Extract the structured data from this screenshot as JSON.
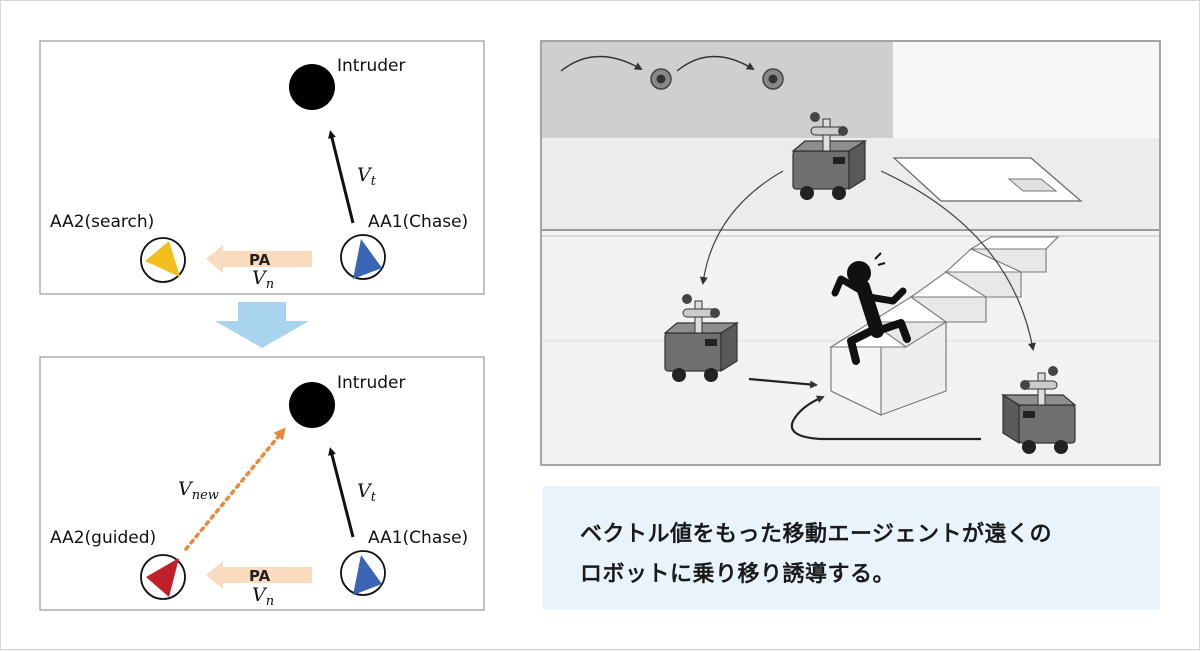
{
  "top_panel": {
    "intruder": "Intruder",
    "aa2": "AA2(search)",
    "aa1": "AA1(Chase)",
    "pa": "PA",
    "vt": "V",
    "vt_sub": "t",
    "vn": "V",
    "vn_sub": "n"
  },
  "bottom_panel": {
    "intruder": "Intruder",
    "aa2": "AA2(guided)",
    "aa1": "AA1(Chase)",
    "pa": "PA",
    "vt": "V",
    "vt_sub": "t",
    "vn": "V",
    "vn_sub": "n",
    "vnew": "V",
    "vnew_sub": "new"
  },
  "caption": {
    "line1": "ベクトル値をもった移動エージェントが遠くの",
    "line2": "ロボットに乗り移り誘導する。"
  },
  "colors": {
    "aa1_blue": "#3a64b4",
    "aa2_yellow": "#f2c01e",
    "aa2_red": "#c0202a",
    "pa_arrow": "#fadbbd",
    "transition_arrow": "#a8d4f0",
    "guided_arrow": "#e88a3a",
    "caption_bg": "#e8f3fb"
  }
}
